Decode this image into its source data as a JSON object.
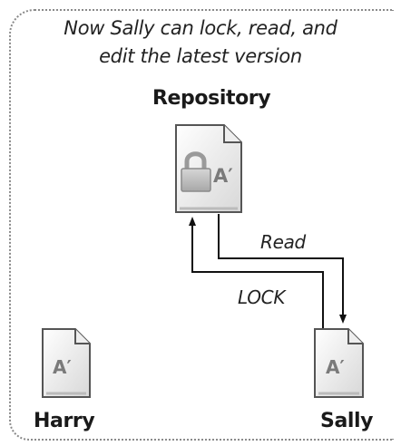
{
  "caption": {
    "line1": "Now Sally can lock, read, and",
    "line2": "edit the latest version"
  },
  "repository": {
    "label": "Repository",
    "file_label": "A′",
    "icon": "lock-icon"
  },
  "harry": {
    "label": "Harry",
    "file_label": "A′"
  },
  "sally": {
    "label": "Sally",
    "file_label": "A′"
  },
  "arrows": {
    "read_label": "Read",
    "lock_label": "LOCK"
  }
}
